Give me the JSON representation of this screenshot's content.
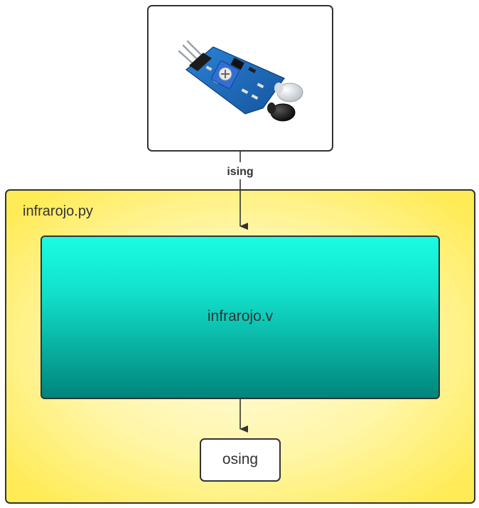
{
  "diagram": {
    "sensor_node": {
      "image": "ir-obstacle-sensor-module",
      "board_color": "#1f6fc2",
      "emitter_color": "#e6e9ec",
      "receiver_color": "#1a1a1a"
    },
    "input_edge_label": "ising",
    "container": {
      "label": "infrarojo.py",
      "fill_center": "#fffbe0",
      "fill_edge": "#ffeb55"
    },
    "module": {
      "label": "infrarojo.v",
      "fill_top": "#1afde3",
      "fill_bottom": "#00847a"
    },
    "output_node": {
      "label": "osing"
    }
  }
}
